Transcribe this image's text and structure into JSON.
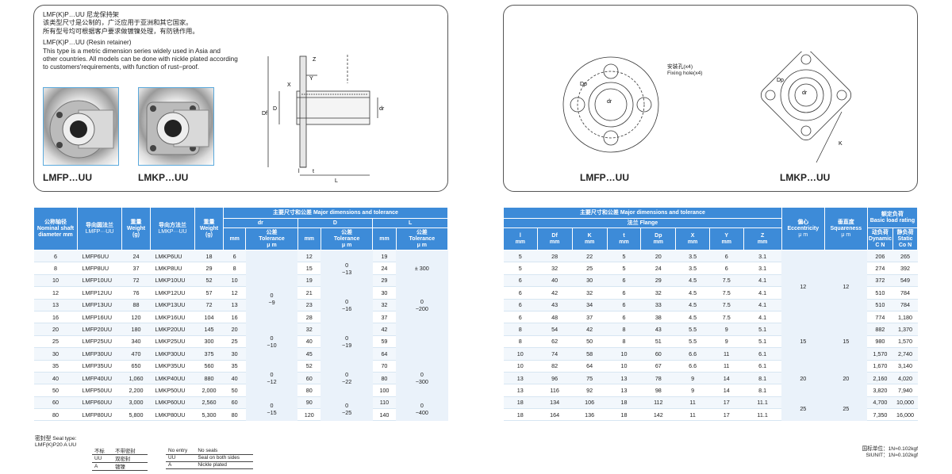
{
  "left_panel": {
    "zh_title": "LMF(K)P…UU 尼龙保持架",
    "zh_line1": "该类型尺寸是公制的，广泛应用于亚洲和其它国家。",
    "zh_line2": "所有型号均可根据客户要求做镀镍处理，有防锈作用。",
    "en_title": "LMF(K)P…UU (Resin retainer)",
    "en_line1": "This type is a metric dimension series widely used in Asia and",
    "en_line2": "other countries. All models can be done with nickle plated according",
    "en_line3": "to customers'requirements, with function of rust−proof.",
    "photo1_label": "LMFP…UU",
    "photo2_label": "LMKP…UU",
    "dims": {
      "z": "Z",
      "x": "X",
      "y": "Y",
      "df": "Df",
      "d": "D",
      "dr": "dr",
      "t": "t",
      "l1": "l",
      "l2": "L"
    }
  },
  "right_panel": {
    "hole_zh": "安装孔(x4)",
    "hole_en": "Fixing hole(x4)",
    "dp": "Dp",
    "dr": "dr",
    "k": "K",
    "label1": "LMFP…UU",
    "label2": "LMKP…UU"
  },
  "left_table": {
    "h_shaft": "公称轴径 Nominal shaft diameter mm",
    "h_round_zh": "导向圆法兰",
    "h_round_en": "LMFP···UU",
    "h_weight_zh": "重量",
    "h_weight_en": "Weight (g)",
    "h_square_zh": "导向方法兰",
    "h_square_en": "LMKP···UU",
    "h_major": "主要尺寸和公差  Major dimensions and tolerance",
    "h_dr": "dr",
    "h_D": "D",
    "h_L": "L",
    "h_mm": "mm",
    "h_tol_zh": "公差",
    "h_tol_en": "Tolerance",
    "h_um": "μ m",
    "rows": [
      [
        "6",
        "LMFP6UU",
        "24",
        "LMKP6UU",
        "18",
        "6",
        "12",
        "19"
      ],
      [
        "8",
        "LMFP8UU",
        "37",
        "LMKP8UU",
        "29",
        "8",
        "15",
        "24"
      ],
      [
        "10",
        "LMFP10UU",
        "72",
        "LMKP10UU",
        "52",
        "10",
        "19",
        "29"
      ],
      [
        "12",
        "LMFP12UU",
        "76",
        "LMKP12UU",
        "57",
        "12",
        "21",
        "30"
      ],
      [
        "13",
        "LMFP13UU",
        "88",
        "LMKP13UU",
        "72",
        "13",
        "23",
        "32"
      ],
      [
        "16",
        "LMFP16UU",
        "120",
        "LMKP16UU",
        "104",
        "16",
        "28",
        "37"
      ],
      [
        "20",
        "LMFP20UU",
        "180",
        "LMKP20UU",
        "145",
        "20",
        "32",
        "42"
      ],
      [
        "25",
        "LMFP25UU",
        "340",
        "LMKP25UU",
        "300",
        "25",
        "40",
        "59"
      ],
      [
        "30",
        "LMFP30UU",
        "470",
        "LMKP30UU",
        "375",
        "30",
        "45",
        "64"
      ],
      [
        "35",
        "LMFP35UU",
        "650",
        "LMKP35UU",
        "560",
        "35",
        "52",
        "70"
      ],
      [
        "40",
        "LMFP40UU",
        "1,060",
        "LMKP40UU",
        "880",
        "40",
        "60",
        "80"
      ],
      [
        "50",
        "LMFP50UU",
        "2,200",
        "LMKP50UU",
        "2,000",
        "50",
        "80",
        "100"
      ],
      [
        "60",
        "LMFP60UU",
        "3,000",
        "LMKP60UU",
        "2,560",
        "60",
        "90",
        "110"
      ],
      [
        "80",
        "LMFP80UU",
        "5,800",
        "LMKP80UU",
        "5,300",
        "80",
        "120",
        "140"
      ]
    ],
    "tol_dr": [
      [
        "0",
        "−9"
      ],
      [
        "0",
        "−10"
      ],
      [
        "0",
        "−12"
      ],
      [
        "0",
        "−15"
      ]
    ],
    "tol_D": [
      [
        "0",
        "−13"
      ],
      [
        "0",
        "−16"
      ],
      [
        "0",
        "−19"
      ],
      [
        "0",
        "−22"
      ],
      [
        "0",
        "−25"
      ]
    ],
    "tol_L": [
      "± 300",
      [
        "0",
        "−200"
      ],
      [
        "0",
        "−300"
      ],
      [
        "0",
        "−400"
      ]
    ]
  },
  "right_table": {
    "h_major": "主要尺寸和公差  Major dimensions and tolerance",
    "h_flange": "法兰  Flange",
    "h_ecc_zh": "偏心",
    "h_ecc_en": "Eccentricity",
    "h_um": "μ m",
    "h_sq_zh": "垂直度",
    "h_sq_en": "Squareness",
    "h_load_zh": "额定负荷",
    "h_load_en": "Basic load rating",
    "h_dyn_zh": "动负荷",
    "h_dyn_en": "Dynamic",
    "h_cn": "C N",
    "h_sta_zh": "静负荷",
    "h_sta_en": "Static",
    "h_con": "Co N",
    "cols": [
      "l",
      "Df",
      "K",
      "t",
      "Dp",
      "X",
      "Y",
      "Z"
    ],
    "h_mm": "mm",
    "rows": [
      [
        "5",
        "28",
        "22",
        "5",
        "20",
        "3.5",
        "6",
        "3.1",
        "206",
        "265"
      ],
      [
        "5",
        "32",
        "25",
        "5",
        "24",
        "3.5",
        "6",
        "3.1",
        "274",
        "392"
      ],
      [
        "6",
        "40",
        "30",
        "6",
        "29",
        "4.5",
        "7.5",
        "4.1",
        "372",
        "549"
      ],
      [
        "6",
        "42",
        "32",
        "6",
        "32",
        "4.5",
        "7.5",
        "4.1",
        "510",
        "784"
      ],
      [
        "6",
        "43",
        "34",
        "6",
        "33",
        "4.5",
        "7.5",
        "4.1",
        "510",
        "784"
      ],
      [
        "6",
        "48",
        "37",
        "6",
        "38",
        "4.5",
        "7.5",
        "4.1",
        "774",
        "1,180"
      ],
      [
        "8",
        "54",
        "42",
        "8",
        "43",
        "5.5",
        "9",
        "5.1",
        "882",
        "1,370"
      ],
      [
        "8",
        "62",
        "50",
        "8",
        "51",
        "5.5",
        "9",
        "5.1",
        "980",
        "1,570"
      ],
      [
        "10",
        "74",
        "58",
        "10",
        "60",
        "6.6",
        "11",
        "6.1",
        "1,570",
        "2,740"
      ],
      [
        "10",
        "82",
        "64",
        "10",
        "67",
        "6.6",
        "11",
        "6.1",
        "1,670",
        "3,140"
      ],
      [
        "13",
        "96",
        "75",
        "13",
        "78",
        "9",
        "14",
        "8.1",
        "2,160",
        "4,020"
      ],
      [
        "13",
        "116",
        "92",
        "13",
        "98",
        "9",
        "14",
        "8.1",
        "3,820",
        "7,940"
      ],
      [
        "18",
        "134",
        "106",
        "18",
        "112",
        "11",
        "17",
        "11.1",
        "4,700",
        "10,000"
      ],
      [
        "18",
        "164",
        "136",
        "18",
        "142",
        "11",
        "17",
        "11.1",
        "7,350",
        "16,000"
      ]
    ],
    "ecc": [
      "12",
      "15",
      "20",
      "25"
    ],
    "sq": [
      "12",
      "15",
      "20",
      "25"
    ]
  },
  "seal": {
    "title": "密封型 Seal type:",
    "code": "LMF(K)P20 A UU",
    "t1": [
      [
        "不标",
        "不带密封"
      ],
      [
        "UU",
        "双密封"
      ],
      [
        "A",
        "镀镍"
      ]
    ],
    "t2": [
      [
        "No entry",
        "No seals"
      ],
      [
        "UU",
        "Seal on both sides"
      ],
      [
        "A",
        "Nickle plated"
      ]
    ]
  },
  "units": {
    "zh": "国标单位：1N≈0.102kgf",
    "en": "SIUNIT：1N≈0.102kgf"
  }
}
